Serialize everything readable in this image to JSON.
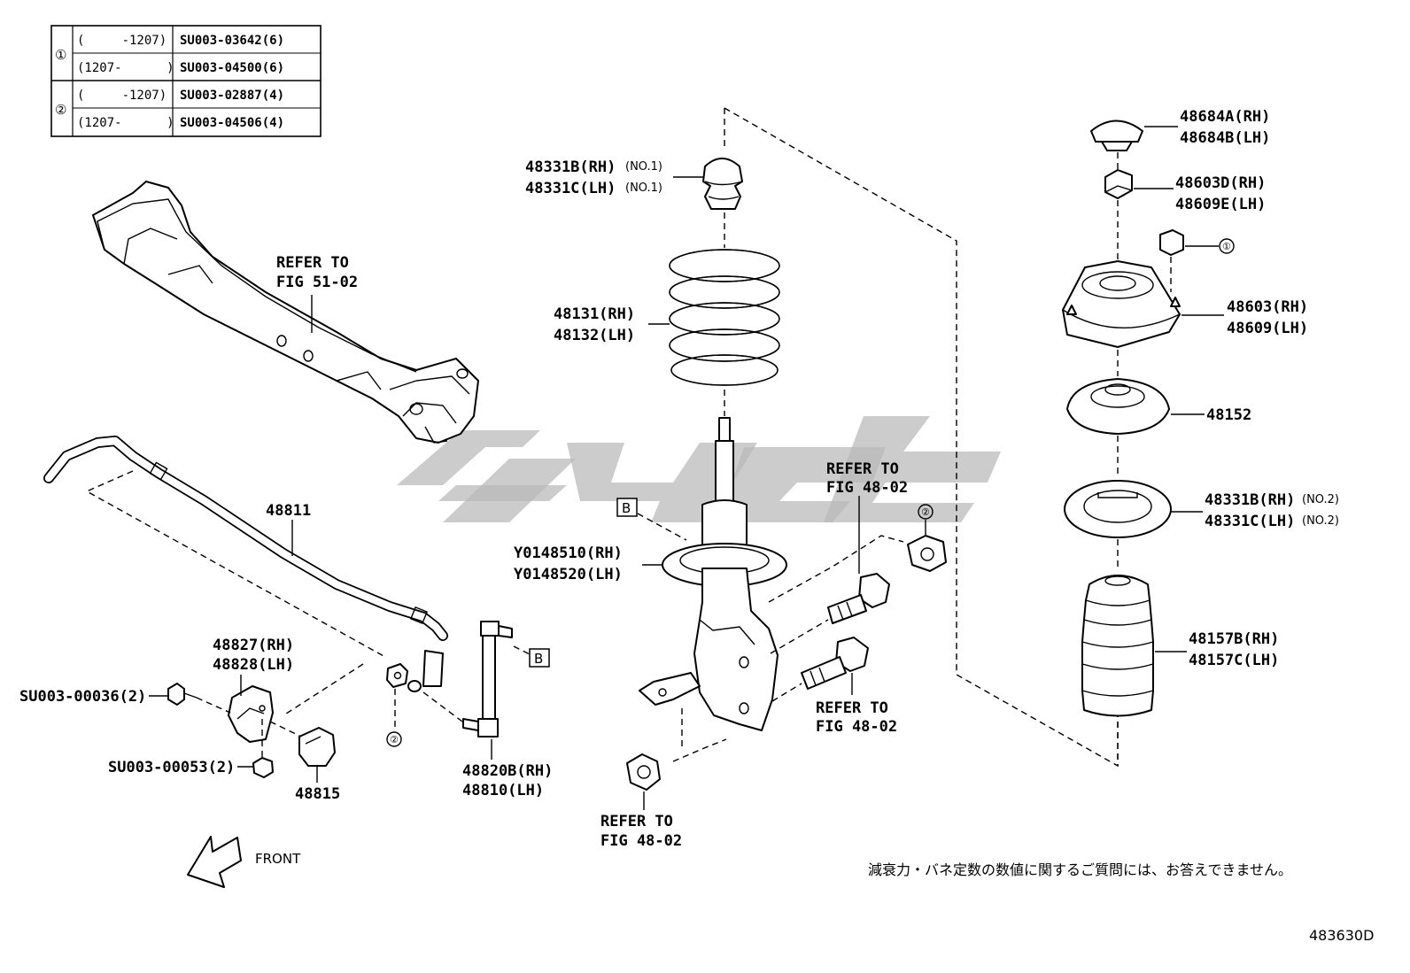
{
  "table": {
    "rows": [
      {
        "marker": "①",
        "range": "(     -1207)",
        "part": "SU003-03642(6)"
      },
      {
        "marker": "",
        "range": "(1207-      )",
        "part": "SU003-04500(6)"
      },
      {
        "marker": "②",
        "range": "(     -1207)",
        "part": "SU003-02887(4)"
      },
      {
        "marker": "",
        "range": "(1207-      )",
        "part": "SU003-04506(4)"
      }
    ]
  },
  "labels": {
    "refer_51_02_a": "REFER TO",
    "refer_51_02_b": "FIG 51-02",
    "p48811": "48811",
    "p48827": "48827(RH)",
    "p48828": "48828(LH)",
    "su003_00036": "SU003-00036(2)",
    "su003_00053": "SU003-00053(2)",
    "p48815": "48815",
    "p48820b": "48820B(RH)",
    "p48810": "48810(LH)",
    "marker_b": "B",
    "marker_2": "②",
    "marker_1": "①",
    "front": "FRONT",
    "p48331b_no1": "48331B(RH)",
    "p48331c_no1": "48331C(LH)",
    "no1": "(NO.1)",
    "p48131": "48131(RH)",
    "p48132": "48132(LH)",
    "y0148510": "Y0148510(RH)",
    "y0148520": "Y0148520(LH)",
    "refer_48_02_a": "REFER TO",
    "refer_48_02_b": "FIG 48-02",
    "p48684a": "48684A(RH)",
    "p48684b": "48684B(LH)",
    "p48603d": "48603D(RH)",
    "p48609e": "48609E(LH)",
    "p48603": "48603(RH)",
    "p48609": "48609(LH)",
    "p48152": "48152",
    "p48331b_no2": "48331B(RH)",
    "p48331c_no2": "48331C(LH)",
    "no2": "(NO.2)",
    "p48157b": "48157B(RH)",
    "p48157c": "48157C(LH)",
    "japanese_note": "減衰力・バネ定数の数値に関するご質問には、お答えできません。",
    "figure_code": "483630D"
  }
}
